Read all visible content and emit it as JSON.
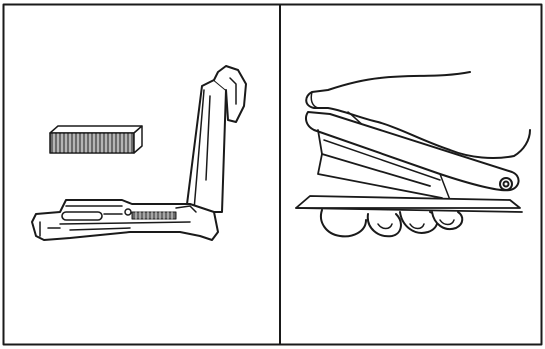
{
  "figure": {
    "panels": [
      {
        "id": "left",
        "depicts": "open-stapler-with-staple-strip"
      },
      {
        "id": "right",
        "depicts": "hand-pressing-stapler-on-paper"
      }
    ],
    "colors": {
      "line": "#1a1a1a",
      "background": "#ffffff",
      "staple_fill": "#6b6b6b"
    }
  }
}
